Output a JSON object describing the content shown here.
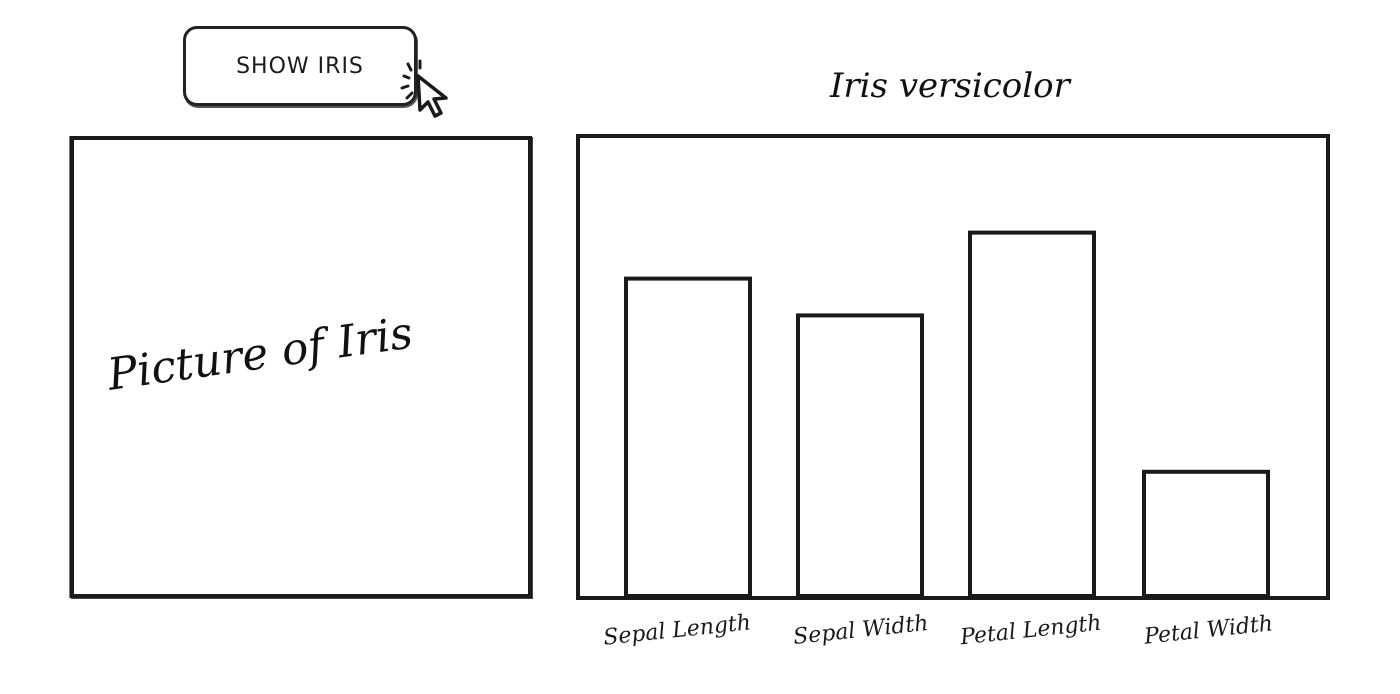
{
  "button": {
    "label": "SHOW IRIS"
  },
  "picture": {
    "label": "Picture of Iris"
  },
  "chart": {
    "title": "Iris versicolor"
  },
  "chart_data": {
    "type": "bar",
    "title": "Iris versicolor",
    "categories": [
      "Sepal Length",
      "Sepal Width",
      "Petal Length",
      "Petal Width"
    ],
    "values": [
      69,
      61,
      79,
      27
    ],
    "ylim": [
      0,
      100
    ],
    "grid": false,
    "xlabel": "",
    "ylabel": ""
  },
  "colors": {
    "stroke": "#1a1a1a",
    "background": "#ffffff"
  },
  "icons": {
    "cursor": "pointer-click-icon"
  }
}
